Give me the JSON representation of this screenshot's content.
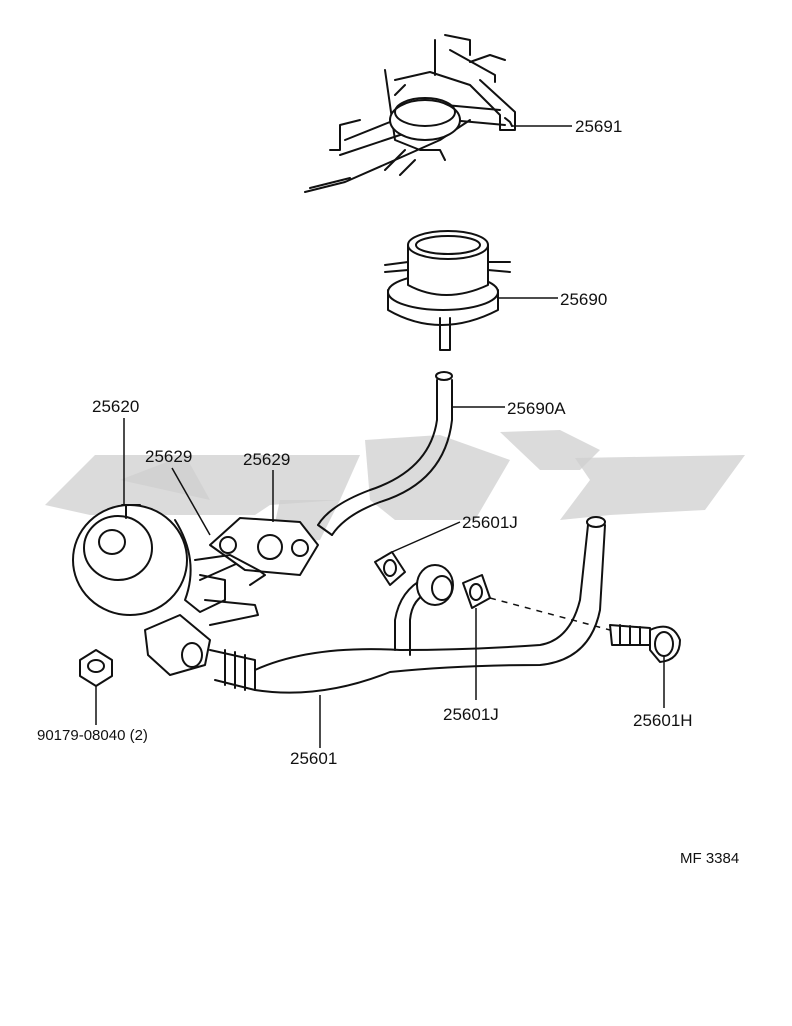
{
  "labels": {
    "p25691": "25691",
    "p25690": "25690",
    "p25690a": "25690A",
    "p25620": "25620",
    "p25629_left": "25629",
    "p25629_right": "25629",
    "p25601j_upper": "25601J",
    "p25601j_lower": "25601J",
    "p25601h": "25601H",
    "p25601": "25601",
    "p90179": "90179-08040 (2)",
    "figure_code": "MF 3384"
  },
  "colors": {
    "line": "#111111",
    "watermark": "#cfcfcf",
    "background": "#ffffff"
  },
  "watermark": {
    "type": "logo",
    "text": "سيارة"
  }
}
